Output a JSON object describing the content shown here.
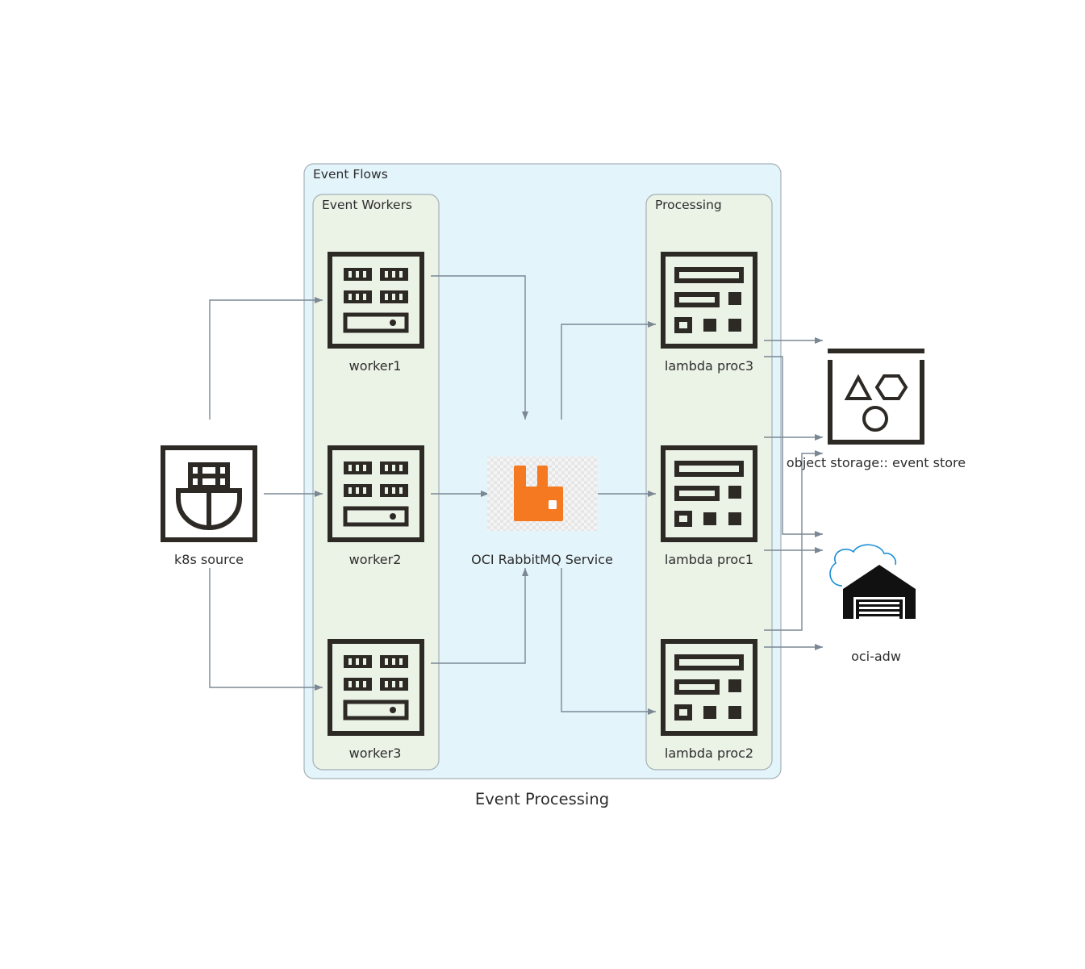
{
  "title": "Event Processing",
  "clusters": {
    "outer": "Event Flows",
    "workers": "Event Workers",
    "processing": "Processing"
  },
  "nodes": {
    "k8s_source": "k8s source",
    "worker1": "worker1",
    "worker2": "worker2",
    "worker3": "worker3",
    "rabbitmq": "OCI RabbitMQ Service",
    "proc3": "lambda proc3",
    "proc1": "lambda proc1",
    "proc2": "lambda proc2",
    "object_storage": "object storage:: event store",
    "adw": "oci-adw"
  },
  "colors": {
    "outer_cluster_fill": "#e3f4fb",
    "inner_cluster_fill": "#ebf2e6",
    "edge": "#7b8894",
    "icon_ink": "#2d2a26",
    "rabbitmq_orange": "#f47920",
    "cloud_blue": "#1e8fd6"
  },
  "icons": {
    "k8s_source": "container-ship-icon",
    "workers": "server-rack-icon",
    "processors": "function-panel-icon",
    "rabbitmq": "rabbitmq-logo-icon",
    "object_storage": "object-storage-shapes-icon",
    "adw": "cloud-warehouse-icon"
  }
}
